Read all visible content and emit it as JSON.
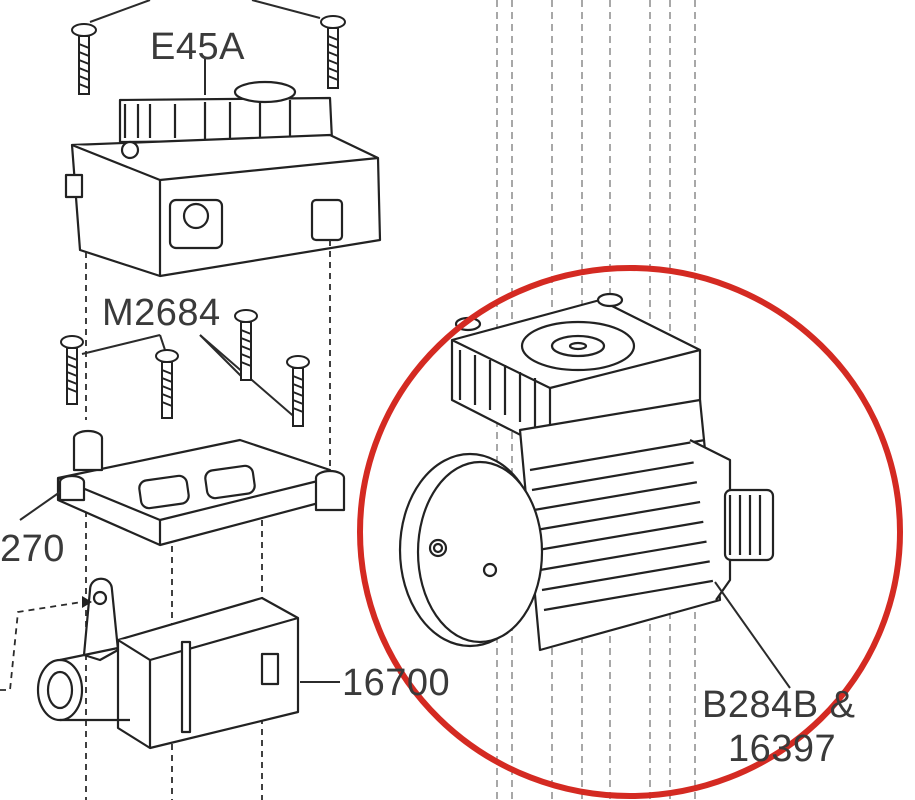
{
  "labels": {
    "esc": "E45A",
    "screws": "M2684",
    "mount": "270",
    "servo": "16700",
    "motor_line1": "B284B &",
    "motor_line2": "16397"
  },
  "colors": {
    "line": "#2b2b2b",
    "highlight_circle": "#d42a22",
    "label_text": "#3a3a3a",
    "background": "#ffffff"
  }
}
